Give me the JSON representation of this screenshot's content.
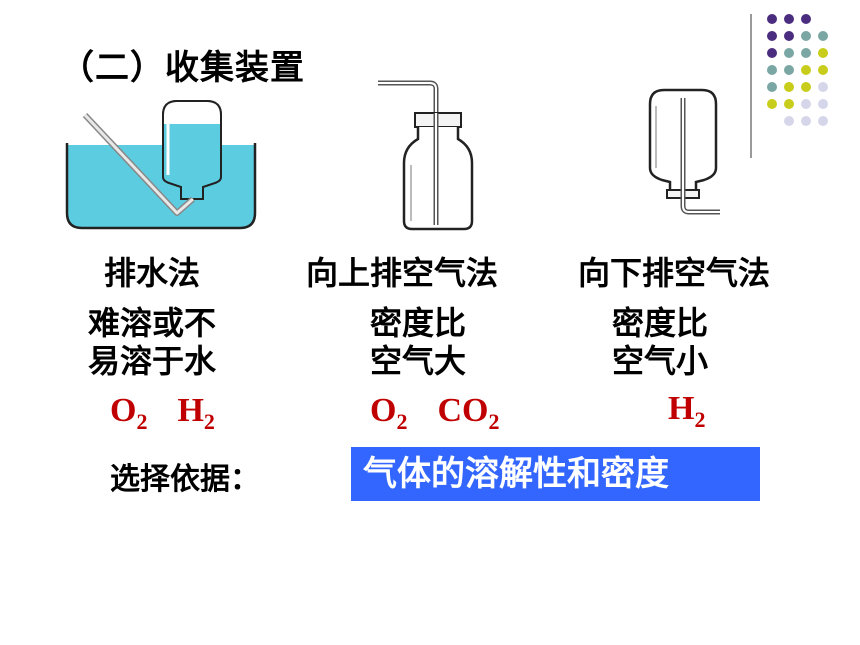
{
  "title": "（二）收集装置",
  "methods": [
    {
      "name": "排水法",
      "desc_line1": "难溶或不",
      "desc_line2": "易溶于水",
      "gases": [
        {
          "symbol": "O",
          "sub": "2"
        },
        {
          "symbol": "H",
          "sub": "2"
        }
      ]
    },
    {
      "name": "向上排空气法",
      "desc_line1": "密度比",
      "desc_line2": "空气大",
      "gases": [
        {
          "symbol": "O",
          "sub": "2"
        },
        {
          "symbol": "CO",
          "sub": "2"
        }
      ]
    },
    {
      "name": "向下排空气法",
      "desc_line1": "密度比",
      "desc_line2": "空气小",
      "gases": [
        {
          "symbol": "H",
          "sub": "2"
        }
      ]
    }
  ],
  "basis_label": "选择依据：",
  "basis_value": "气体的溶解性和密度",
  "colors": {
    "water": "#5ccde0",
    "gas_text": "#c00000",
    "highlight_box": "#3366ff",
    "dot_purple": "#4b2d7f",
    "dot_teal": "#7aa6a4",
    "dot_yellow": "#c8cc1a",
    "dot_lavender": "#d6d6ea"
  }
}
